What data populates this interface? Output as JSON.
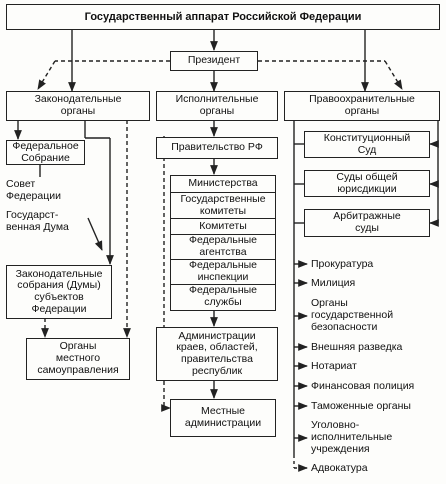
{
  "title": "Государственный аппарат Российской Федерации",
  "president": "Президент",
  "legislative": {
    "header": "Законодательные\nорганы",
    "federal_assembly": "Федеральное\nСобрание",
    "council": "Совет\nФедерации",
    "duma": "Государст-\nвенная Дума",
    "regional_assemblies": "Законодательные\nсобрания (Думы)\nсубъектов\nФедерации"
  },
  "local_self_government": "Органы\nместного\nсамоуправления",
  "executive": {
    "header": "Исполнительные\nорганы",
    "government": "Правительство РФ",
    "agencies": [
      "Министерства",
      "Государственные\nкомитеты",
      "Комитеты",
      "Федеральные\nагентства",
      "Федеральные\nинспекции",
      "Федеральные\nслужбы"
    ],
    "regional_administrations": "Администрации\nкраев, областей,\nправительства\nреспублик",
    "local_administrations": "Местные\nадминистрации"
  },
  "law_enforcement": {
    "header": "Правоохранительные\nорганы",
    "courts": [
      "Конституционный\nСуд",
      "Суды общей\nюрисдикции",
      "Арбитражные\nсуды"
    ],
    "bodies": [
      "Прокуратура",
      "Милиция",
      "Органы\nгосударственной\nбезопасности",
      "Внешняя разведка",
      "Нотариат",
      "Финансовая полиция",
      "Таможенные органы",
      "Уголовно-\nисполнительные\nучреждения",
      "Адвокатура"
    ]
  }
}
